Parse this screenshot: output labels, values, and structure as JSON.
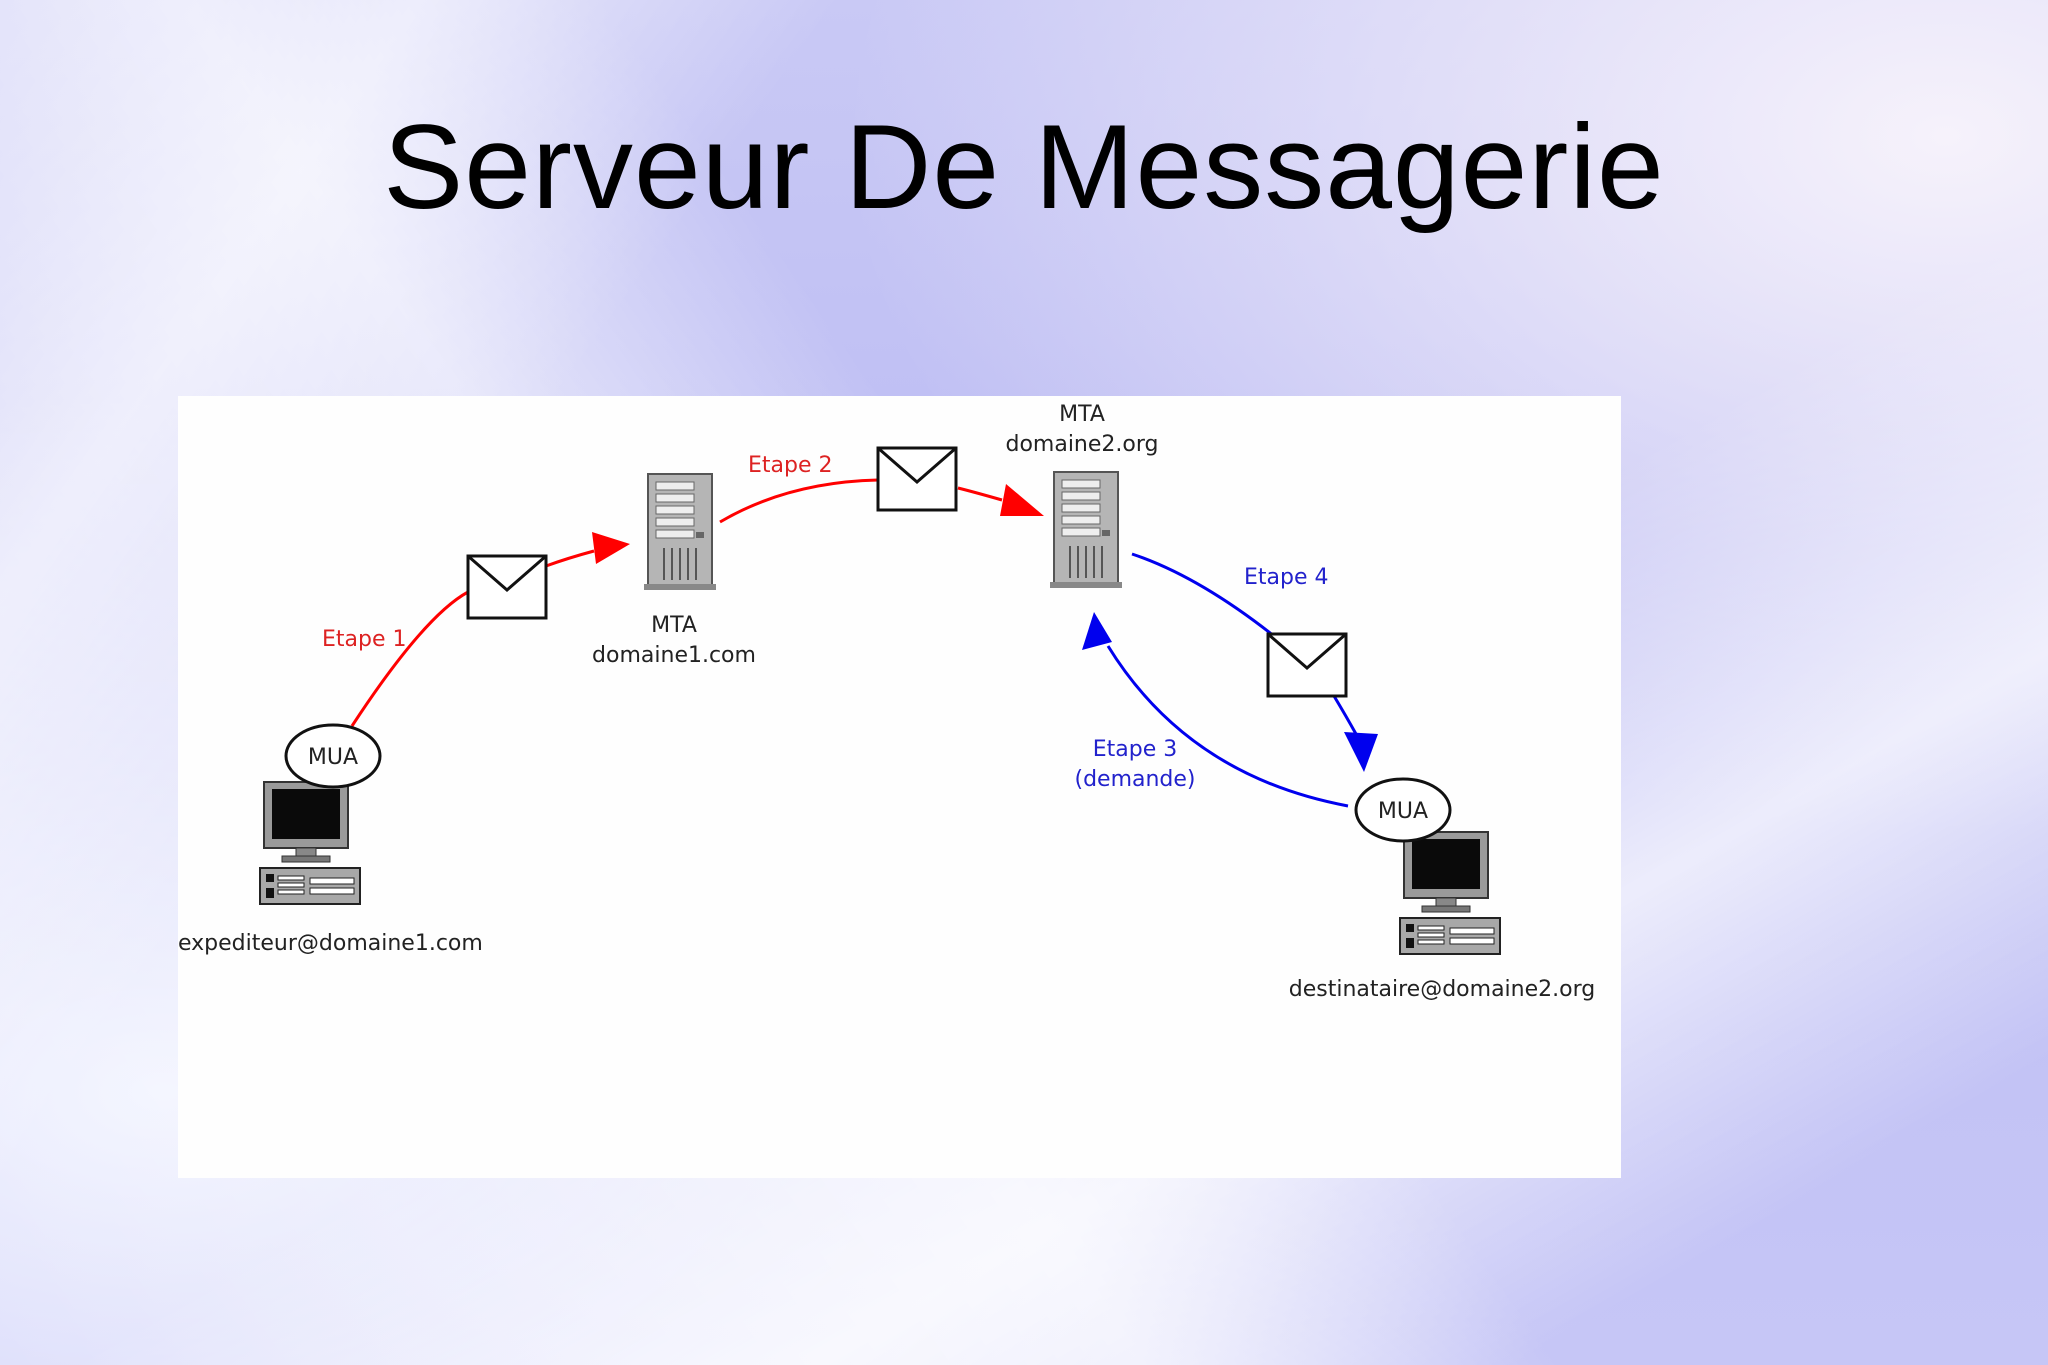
{
  "title": "Serveur De Messagerie",
  "colors": {
    "sender_flow": "#ff0000",
    "recipient_flow": "#0000ee",
    "label_red": "#dd2222",
    "label_blue": "#2222cc"
  },
  "diagram": {
    "sender": {
      "role": "MUA",
      "address": "expediteur@domaine1.com"
    },
    "mta1": {
      "title": "MTA",
      "domain": "domaine1.com"
    },
    "mta2": {
      "title": "MTA",
      "domain": "domaine2.org"
    },
    "recipient": {
      "role": "MUA",
      "address": "destinataire@domaine2.org"
    },
    "steps": {
      "step1": "Etape 1",
      "step2": "Etape 2",
      "step3_line1": "Etape 3",
      "step3_line2": "(demande)",
      "step4": "Etape 4"
    },
    "icons": [
      "envelope-icon",
      "server-tower-icon",
      "desktop-computer-icon"
    ]
  }
}
